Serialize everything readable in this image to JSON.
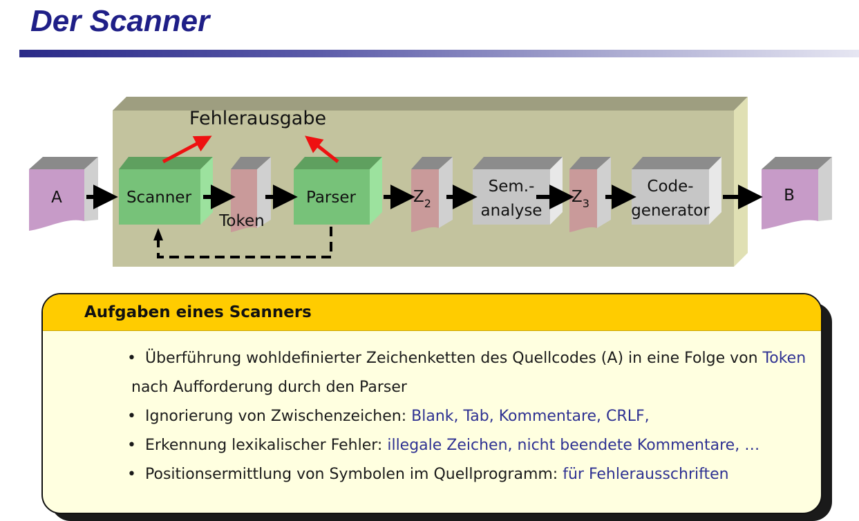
{
  "slide": {
    "title": "Der Scanner"
  },
  "diagram": {
    "source_label": "A",
    "target_label": "B",
    "error_label": "Fehlerausgabe",
    "scanner_label": "Scanner",
    "token_label": "Token",
    "parser_label": "Parser",
    "z2_label": "Z",
    "z2_sub": "2",
    "sem_line1": "Sem.-",
    "sem_line2": "analyse",
    "z3_label": "Z",
    "z3_sub": "3",
    "code_line1": "Code-",
    "code_line2": "generator",
    "colors": {
      "frame": "#c3c39e",
      "scanner": "#77c279",
      "document": "#c79bc8",
      "intermediate": "#c99a9a",
      "module": "#c6c6c6",
      "error_arrow": "#ee1111"
    }
  },
  "callout": {
    "title": "Aufgaben eines Scanners",
    "items": [
      {
        "text": "Überführung wohldefinierter Zeichenketten des Quellcodes (A) in eine Folge von ",
        "accent": "Token",
        "text2": "nach Aufforderung durch den Parser"
      },
      {
        "text": "Ignorierung von Zwischenzeichen: ",
        "accent": "Blank, Tab, Kommentare, CRLF,"
      },
      {
        "text": "Erkennung lexikalischer Fehler: ",
        "accent": "illegale Zeichen, nicht beendete Kommentare, …"
      },
      {
        "text": "Positionsermittlung von Symbolen im Quellprogramm: ",
        "accent": "für Fehlerausschriften"
      }
    ]
  }
}
